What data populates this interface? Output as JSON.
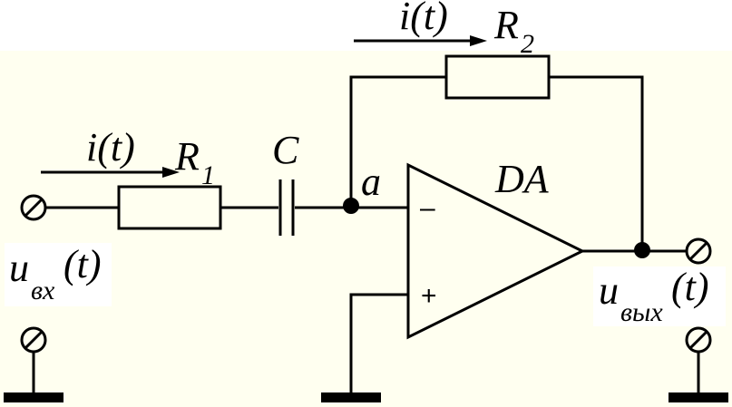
{
  "labels": {
    "current_top": "i(t)",
    "current_left": "i(t)",
    "r2_main": "R",
    "r2_sub": "2",
    "r1_main": "R",
    "r1_sub": "1",
    "capacitor": "C",
    "node_a": "a",
    "opamp": "DA",
    "minus": "–",
    "plus": "+",
    "vin_main": "u",
    "vin_sub": "вх",
    "vin_arg": "(t)",
    "vout_main": "u",
    "vout_sub": "вых",
    "vout_arg": "(t)"
  },
  "colors": {
    "background_panel": "#fffff0",
    "background": "#ffffff",
    "line": "#000000"
  }
}
